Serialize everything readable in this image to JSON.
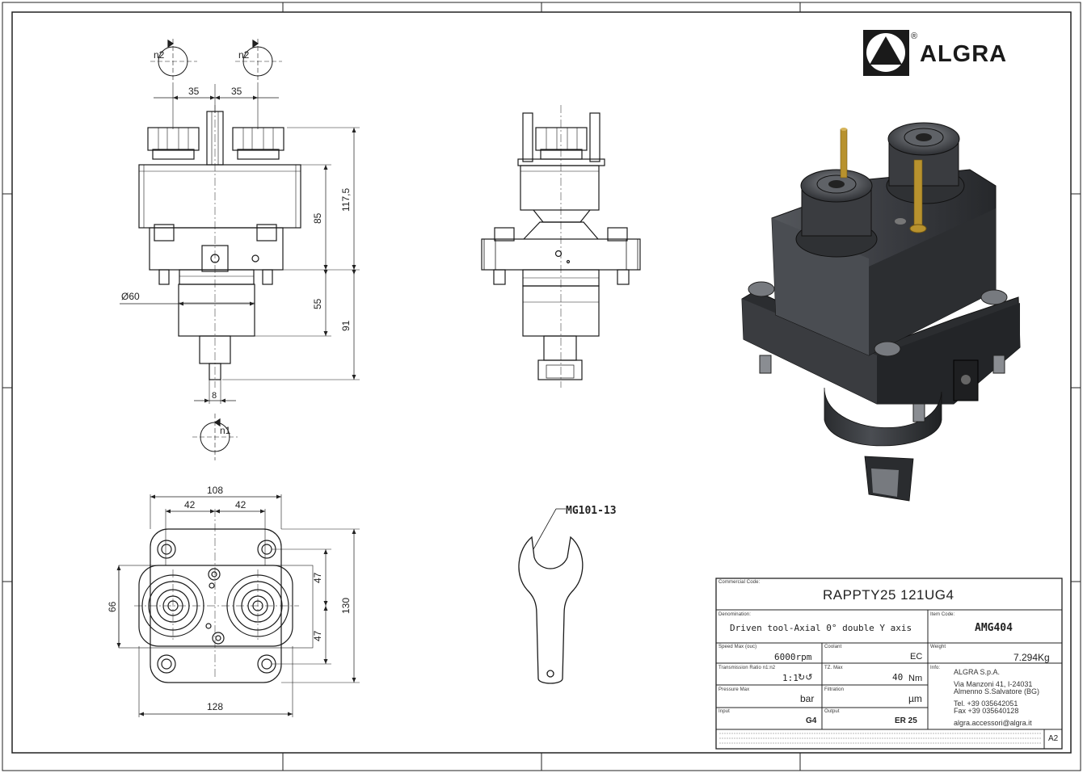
{
  "logo": {
    "text": "ALGRA",
    "registered": "®"
  },
  "dimensions": {
    "n2_left": "n2",
    "n2_right": "n2",
    "n1": "n1",
    "spacing_left": "35",
    "spacing_right": "35",
    "height_total": "117,5",
    "height_upper": "85",
    "height_lower": "55",
    "height_bottom": "91",
    "diameter": "Ø60",
    "shaft": "8",
    "width_top": "108",
    "half_left": "42",
    "half_right": "42",
    "height_66": "66",
    "height_130": "130",
    "vert_47_top": "47",
    "vert_47_bottom": "47",
    "width_bottom": "128"
  },
  "wrench_label": "MG101-13",
  "title_block": {
    "commercial_code_label": "Commercial Code:",
    "commercial_code": "RAPPTY25 121UG4",
    "denomination_label": "Denomination:",
    "denomination": "Driven tool-Axial 0° double Y axis",
    "item_code_label": "Item Code:",
    "item_code": "AMG404",
    "speed_label": "Speed Max (ouc)",
    "speed": "6000rpm",
    "coolant_label": "Coolant",
    "coolant": "EC",
    "weight_label": "Weight",
    "weight": "7.294Kg",
    "ratio_label": "Transmission Ratio n1:n2",
    "ratio": "1:1",
    "ratio_symbols": "↻↺",
    "torque_label": "TZ. Max",
    "torque_value": "40",
    "torque_unit": "Nm",
    "info_label": "Info:",
    "pressure_label": "Pressure Max",
    "pressure": "bar",
    "filtration_label": "Filtration",
    "filtration": "µm",
    "input_label": "Input",
    "input": "G4",
    "output_label": "Output",
    "output": "ER 25",
    "company": "ALGRA S.p.A.",
    "address1": "Via Manzoni 41, I-24031",
    "address2": "Almenno S.Salvatore (BG)",
    "tel": "Tel. +39 035642051",
    "fax": "Fax +39 035640128",
    "email": "algra.accessori@algra.it",
    "sheet_size": "A2"
  },
  "colors": {
    "line": "#1a1a1a",
    "dim": "#333333",
    "body_dark": "#3a3c40",
    "brass": "#b8922e"
  }
}
